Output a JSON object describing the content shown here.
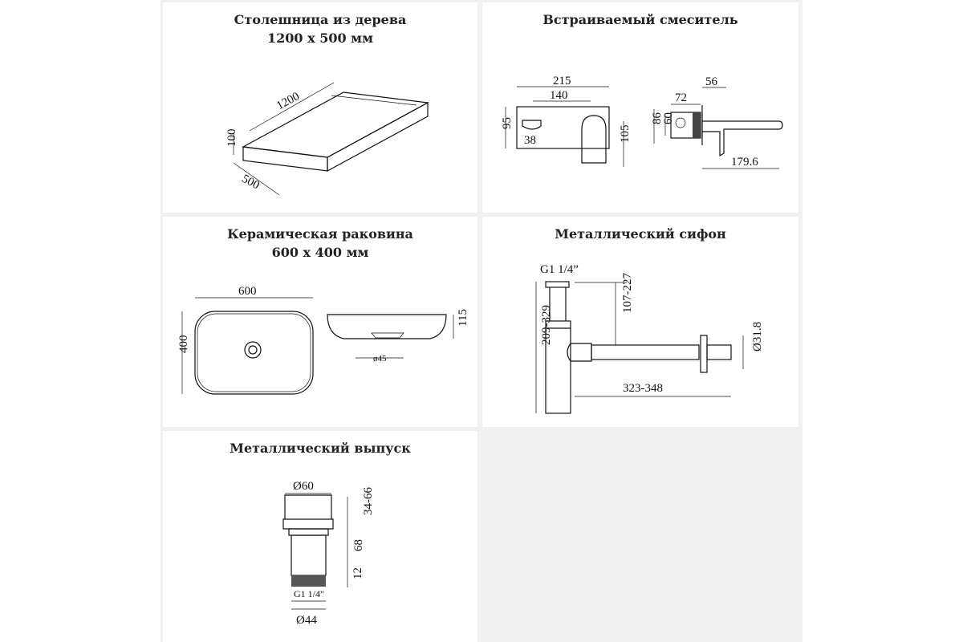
{
  "panels": [
    {
      "title_line1": "Столешница из дерева",
      "title_line2": "1200 x 500 мм",
      "dims": [
        "1200",
        "100",
        "500"
      ]
    },
    {
      "title_line1": "Встраиваемый смеситель",
      "dims": [
        "215",
        "140",
        "95",
        "38",
        "105",
        "72",
        "56",
        "86",
        "60",
        "179.6"
      ]
    },
    {
      "title_line1": "Керамическая раковина",
      "title_line2": "600 x 400 мм",
      "dims": [
        "600",
        "400",
        "115",
        "ø45"
      ]
    },
    {
      "title_line1": "Металлический сифон",
      "dims": [
        "G1 1/4”",
        "107-227",
        "209-329",
        "323-348",
        "Ø31.8"
      ]
    },
    {
      "title_line1": "Металлический выпуск",
      "dims": [
        "Ø60",
        "34-66",
        "68",
        "12",
        "G1 1/4\"",
        "Ø44"
      ]
    }
  ]
}
